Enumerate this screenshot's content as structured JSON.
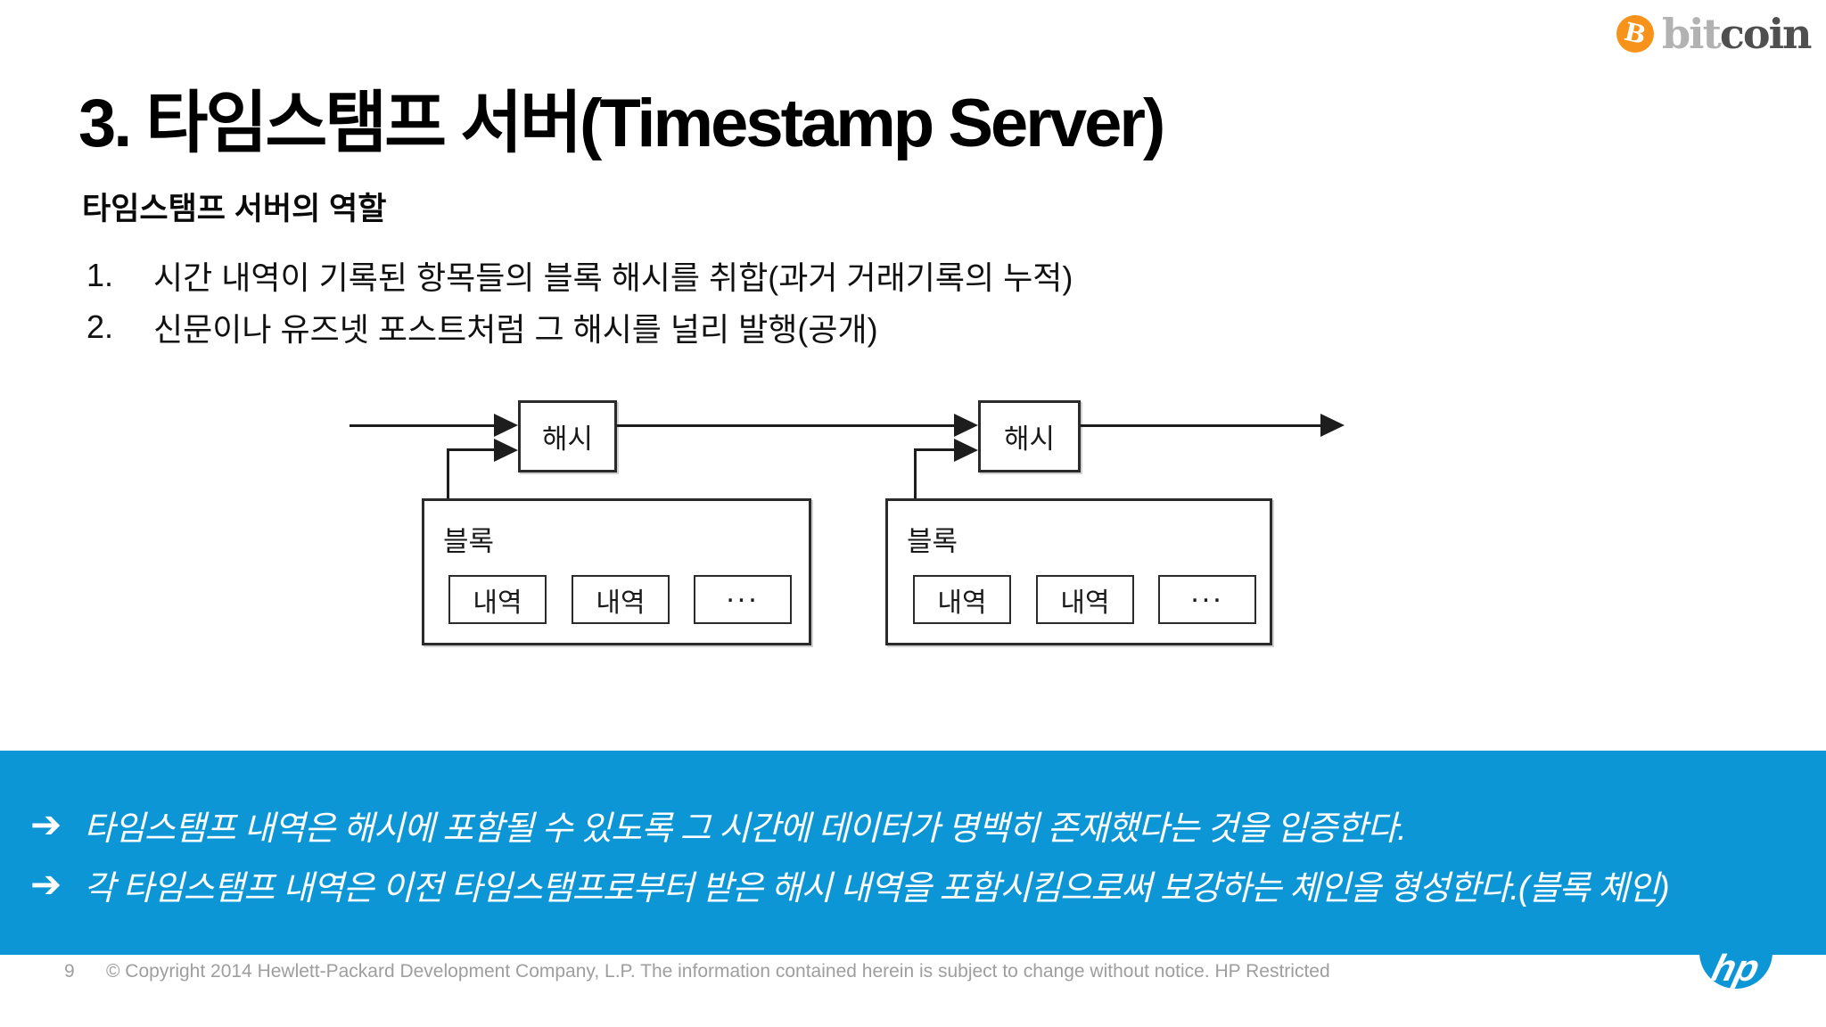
{
  "brand": {
    "symbol": "B",
    "word_light": "bit",
    "word_dark": "coin",
    "orange": "#f7931a",
    "gray_light": "#b2b2b2",
    "gray_dark": "#4f4f4f"
  },
  "header": {
    "title": "3. 타임스탬프 서버(Timestamp Server)"
  },
  "content": {
    "subtitle": "타임스탬프 서버의 역할",
    "list": [
      {
        "num": "1.",
        "text": "시간 내역이 기록된 항목들의 블록 해시를 취합(과거 거래기록의 누적)"
      },
      {
        "num": "2.",
        "text": "신문이나 유즈넷 포스트처럼 그 해시를 널리 발행(공개)"
      }
    ]
  },
  "diagram": {
    "hash1": "해시",
    "hash2": "해시",
    "block1": {
      "label": "블록",
      "items": [
        "내역",
        "내역",
        "..."
      ]
    },
    "block2": {
      "label": "블록",
      "items": [
        "내역",
        "내역",
        "..."
      ]
    }
  },
  "callout": {
    "bg_color": "#0d96d6",
    "bullet": "➔",
    "lines": [
      "타임스탬프 내역은 해시에 포함될 수 있도록 그 시간에 데이터가 명백히 존재했다는 것을 입증한다.",
      "각 타임스탬프 내역은 이전 타임스탬프로부터 받은 해시 내역을 포함시킴으로써 보강하는 체인을 형성한다.(블록 체인)"
    ]
  },
  "footer": {
    "page_number": "9",
    "copyright": "© Copyright 2014 Hewlett-Packard Development Company, L.P. The information contained herein is subject to change without notice. HP Restricted",
    "hp_word": "hp"
  }
}
